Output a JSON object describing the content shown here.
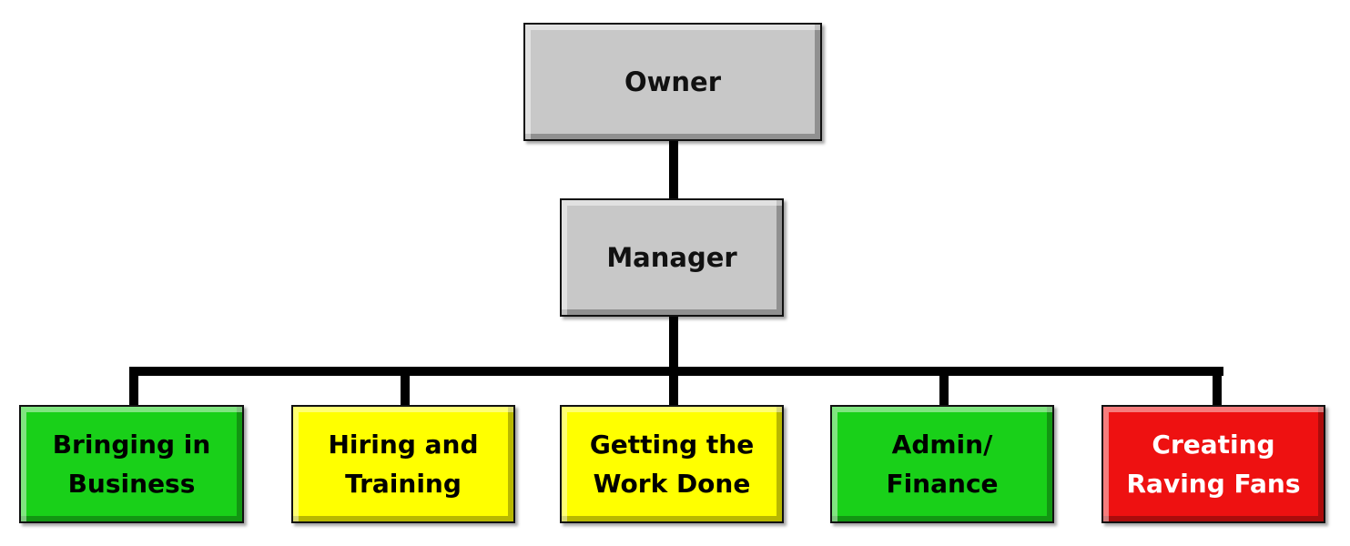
{
  "owner": {
    "label": "Owner",
    "color": "#c8c8c8"
  },
  "manager": {
    "label": "Manager",
    "color": "#c8c8c8"
  },
  "departments": [
    {
      "label": "Bringing in\nBusiness",
      "color": "#19d019",
      "text_color": "#000000"
    },
    {
      "label": "Hiring and\nTraining",
      "color": "#ffff00",
      "text_color": "#000000"
    },
    {
      "label": "Getting the\nWork Done",
      "color": "#ffff00",
      "text_color": "#000000"
    },
    {
      "label": "Admin/\nFinance",
      "color": "#19d019",
      "text_color": "#000000"
    },
    {
      "label": "Creating\nRaving Fans",
      "color": "#ee1111",
      "text_color": "#ffffff"
    }
  ]
}
